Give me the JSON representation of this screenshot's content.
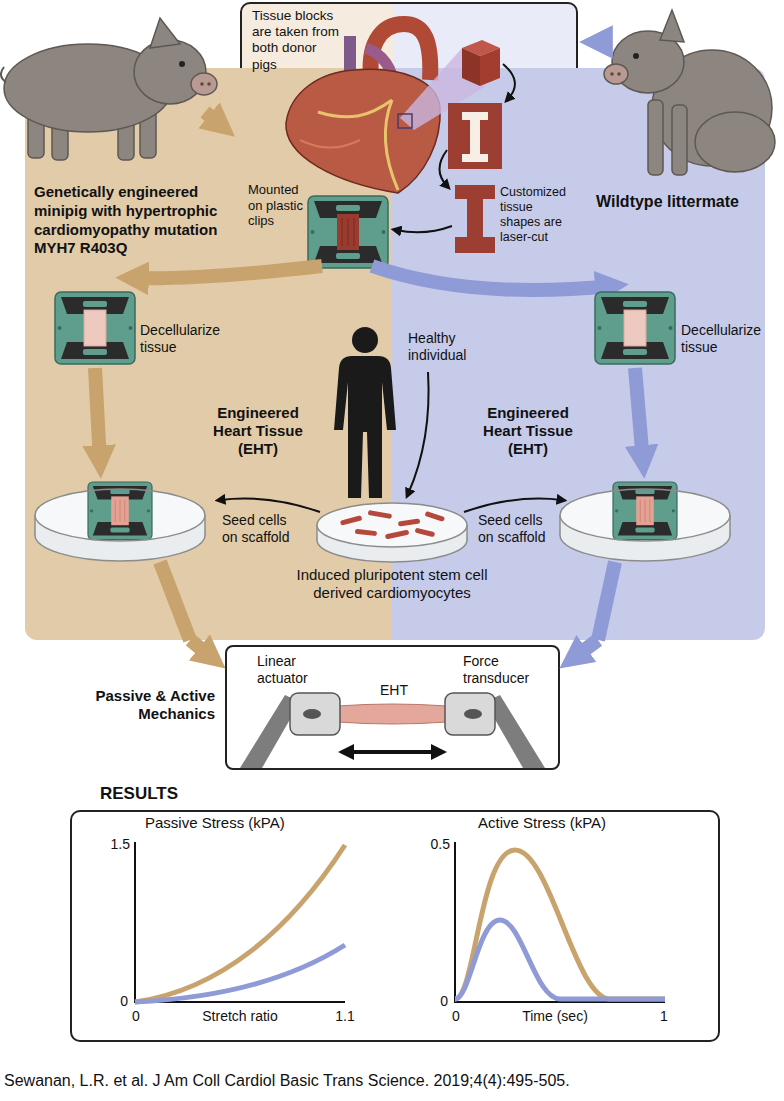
{
  "diagram": {
    "caption": "Sewanan, L.R. et al. J Am Coll Cardiol Basic Trans Science. 2019;4(4):495-505.",
    "nodes": [
      {
        "text": [
          "Tissue blocks are taken from both donor pigs",
          "Customized tissue shapes are laser-cut",
          "Mounted on plastic clips"
        ]
      },
      {
        "text": [
          "Genetically engineered minipig with hypertrophic cardiomyopathy mutation MYH7 R403Q",
          "Decellularize tissue",
          "Engineered Heart Tissue (EHT)",
          "Seed cells on scaffold"
        ]
      },
      {
        "text": [
          "Wildtype littermate",
          "Decellularize tissue",
          "Engineered Heart Tissue (EHT)",
          "Seed cells on scaffold"
        ]
      },
      {
        "text": [
          "Passive & Active Mechanics",
          "Linear actuator",
          "Force transducer",
          "EHT"
        ]
      },
      {
        "text": [
          "RESULTS"
        ]
      }
    ],
    "edges": [
      {
        "from": 1,
        "to": 3,
        "arrow": "to"
      },
      {
        "from": 2,
        "to": 3,
        "arrow": "to"
      }
    ],
    "labels": [
      "Healthy individual",
      "Induced pluripotent stem cell derived cardiomyocytes",
      "Passive Stress (kPA)",
      "1.5",
      "0",
      "0",
      "Stretch ratio",
      "1.1",
      "Active Stress (kPA)",
      "0.5",
      "0",
      "0",
      "Time (sec)",
      "1"
    ]
  }
}
